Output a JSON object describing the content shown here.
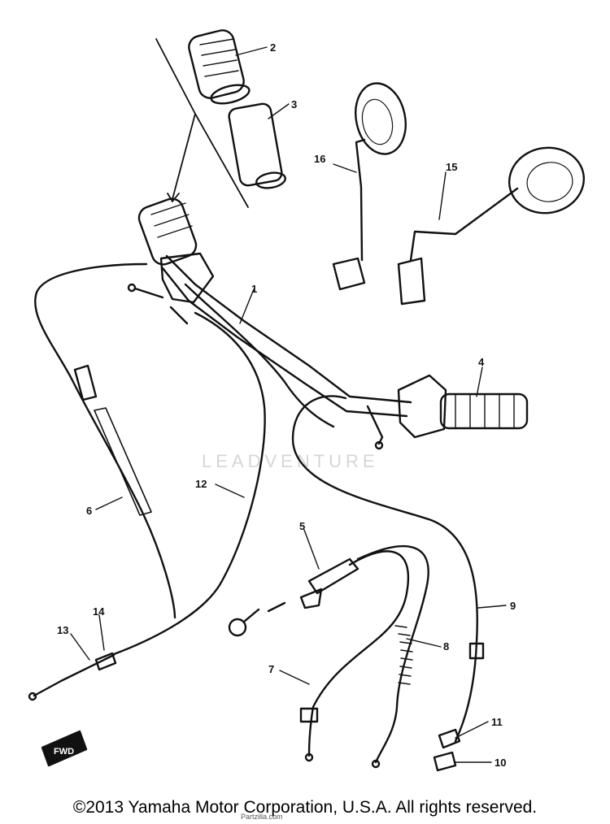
{
  "diagram": {
    "callouts": [
      "1",
      "2",
      "3",
      "4",
      "5",
      "6",
      "7",
      "8",
      "9",
      "10",
      "11",
      "12",
      "13",
      "14",
      "15",
      "16"
    ],
    "watermark": "LEADVENTURE",
    "fwd_label": "FWD"
  },
  "footer": {
    "copyright": "©2013 Yamaha Motor Corporation, U.S.A. All rights reserved.",
    "overlay_text": "Partzilla.com"
  }
}
